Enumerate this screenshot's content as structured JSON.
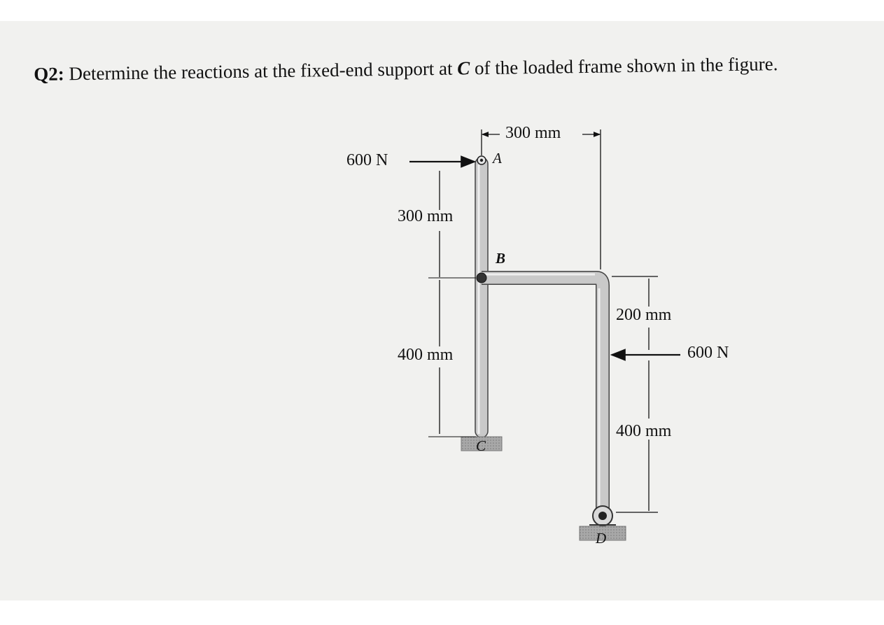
{
  "question": {
    "number": "Q2:",
    "text_before": "Determine the reactions at the fixed-end support at",
    "support_var": "C",
    "text_after": "of the loaded frame shown in the figure."
  },
  "figure": {
    "dim_top": "300 mm",
    "dim_ab": "300 mm",
    "dim_bc": "400 mm",
    "dim_right_upper": "200 mm",
    "dim_right_lower": "400 mm",
    "load_a": "600 N",
    "load_right": "600 N",
    "point_a": "A",
    "point_b": "B",
    "point_c": "C",
    "point_d": "D"
  },
  "colors": {
    "paper": "#f1f1ef",
    "member": "#c9c9c9",
    "ink": "#111111",
    "support": "#9a9a9a"
  }
}
